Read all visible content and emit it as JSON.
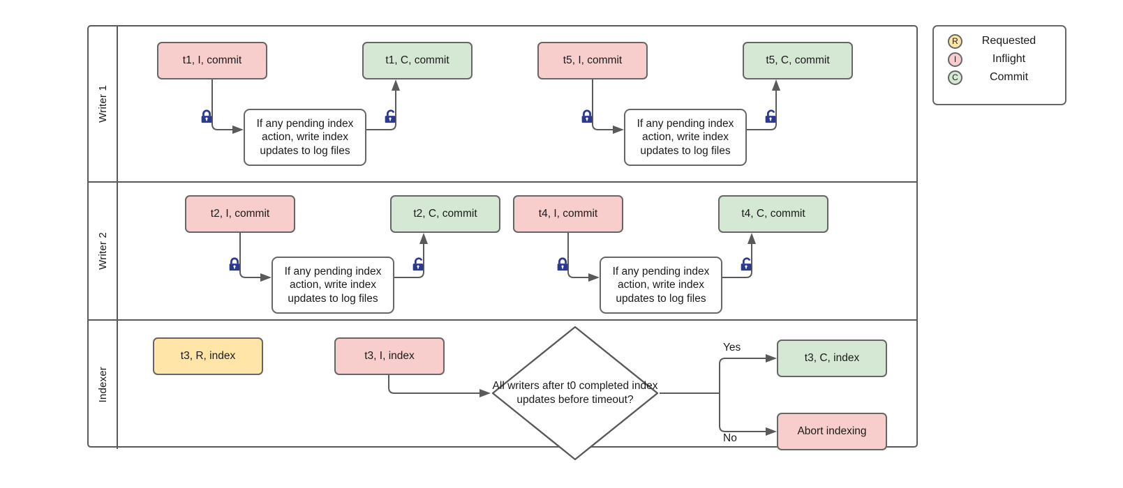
{
  "diagram": {
    "title": "Writer and indexer lock coordination swimlane",
    "colors": {
      "inflight": "#f8cecc",
      "commit": "#d5e8d4",
      "requested": "#ffe6a8",
      "process": "#ffffff",
      "stroke": "#666666",
      "lane_stroke": "#5a5a5a",
      "lock": "#2b3990"
    },
    "lanes": [
      {
        "label": "Writer 1",
        "nodes": [
          {
            "id": "w1-t1-i",
            "text": "t1, I, commit",
            "kind": "inflight"
          },
          {
            "id": "w1-t1-p",
            "text": "If any pending index action, write index updates to log files",
            "kind": "process"
          },
          {
            "id": "w1-t1-c",
            "text": "t1, C, commit",
            "kind": "commit"
          },
          {
            "id": "w1-t5-i",
            "text": "t5, I, commit",
            "kind": "inflight"
          },
          {
            "id": "w1-t5-p",
            "text": "If any pending index action, write index updates to log files",
            "kind": "process"
          },
          {
            "id": "w1-t5-c",
            "text": "t5, C, commit",
            "kind": "commit"
          }
        ],
        "locks": [
          {
            "id": "w1-lock-1",
            "state": "locked"
          },
          {
            "id": "w1-unlock-1",
            "state": "unlocked"
          },
          {
            "id": "w1-lock-2",
            "state": "locked"
          },
          {
            "id": "w1-unlock-2",
            "state": "unlocked"
          }
        ]
      },
      {
        "label": "Writer 2",
        "nodes": [
          {
            "id": "w2-t2-i",
            "text": "t2, I, commit",
            "kind": "inflight"
          },
          {
            "id": "w2-t2-p",
            "text": "If any pending index action, write index updates to log files",
            "kind": "process"
          },
          {
            "id": "w2-t2-c",
            "text": "t2, C, commit",
            "kind": "commit"
          },
          {
            "id": "w2-t4-i",
            "text": "t4, I, commit",
            "kind": "inflight"
          },
          {
            "id": "w2-t4-p",
            "text": "If any pending index action, write index updates to log files",
            "kind": "process"
          },
          {
            "id": "w2-t4-c",
            "text": "t4, C, commit",
            "kind": "commit"
          }
        ],
        "locks": [
          {
            "id": "w2-lock-1",
            "state": "locked"
          },
          {
            "id": "w2-unlock-1",
            "state": "unlocked"
          },
          {
            "id": "w2-lock-2",
            "state": "locked"
          },
          {
            "id": "w2-unlock-2",
            "state": "unlocked"
          }
        ]
      },
      {
        "label": "Indexer",
        "nodes": [
          {
            "id": "ix-t3-r",
            "text": "t3, R, index",
            "kind": "requested"
          },
          {
            "id": "ix-t3-i",
            "text": "t3, I, index",
            "kind": "inflight"
          },
          {
            "id": "ix-decision",
            "text": "All writers after t0 completed index updates before timeout?",
            "kind": "decision"
          },
          {
            "id": "ix-t3-c",
            "text": "t3, C, index",
            "kind": "commit"
          },
          {
            "id": "ix-abort",
            "text": "Abort indexing",
            "kind": "inflight"
          }
        ],
        "edge_labels": [
          {
            "id": "yes",
            "text": "Yes"
          },
          {
            "id": "no",
            "text": "No"
          }
        ]
      }
    ],
    "legend": {
      "items": [
        {
          "symbol": "R",
          "label": "Requested",
          "color": "#ffe6a8"
        },
        {
          "symbol": "I",
          "label": "Inflight",
          "color": "#f8cecc"
        },
        {
          "symbol": "C",
          "label": "Commit",
          "color": "#d5e8d4"
        }
      ]
    }
  }
}
